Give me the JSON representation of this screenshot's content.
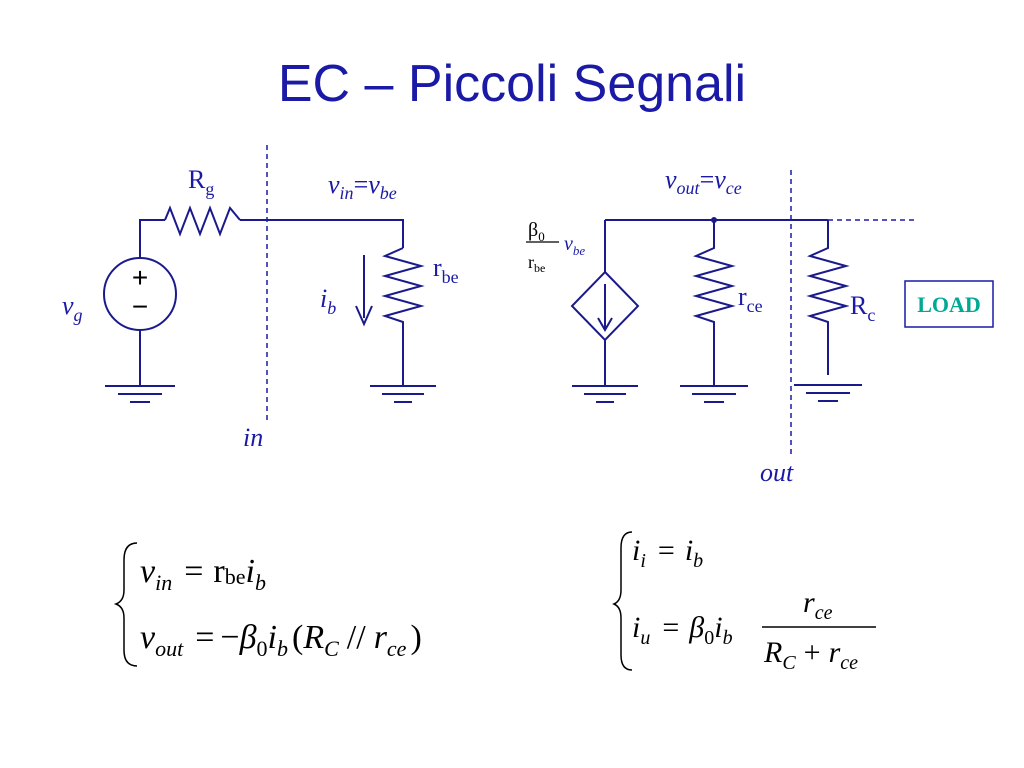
{
  "title": "EC – Piccoli Segnali",
  "labels": {
    "Rg_main": "R",
    "Rg_sub": "g",
    "vg_main": "v",
    "vg_sub": "g",
    "src_plus": "+",
    "src_minus": "−",
    "vin_v1": "v",
    "vin_s1": "in",
    "vin_eq": "=",
    "vin_v2": "v",
    "vin_s2": "be",
    "ib_main": "i",
    "ib_sub": "b",
    "rbe_main": "r",
    "rbe_sub": "be",
    "in_label": "in",
    "beta_num": "β",
    "beta_sub": "0",
    "beta_den": "r",
    "beta_den_sub": "be",
    "beta_v": "v",
    "beta_vsub": "be",
    "vout_v1": "v",
    "vout_s1": "out",
    "vout_eq": "=",
    "vout_v2": "v",
    "vout_s2": "ce",
    "rce_main": "r",
    "rce_sub": "ce",
    "Rc_main": "R",
    "Rc_sub": "c",
    "load": "LOAD",
    "out_label": "out"
  },
  "equations_left": {
    "line1": {
      "lhs_v": "v",
      "lhs_sub": "in",
      "eq": "=",
      "r": "r",
      "r_sub": "be",
      "i": "i",
      "i_sub": "b"
    },
    "line2": {
      "lhs_v": "v",
      "lhs_sub": "out",
      "eq": "=",
      "minus": "−",
      "beta": "β",
      "beta_sub": "0",
      "i": "i",
      "i_sub": "b",
      "paren_open": "(",
      "R": "R",
      "R_sub": "C",
      "par": "//",
      "r": "r",
      "r_sub": "ce",
      "paren_close": ")"
    }
  },
  "equations_right": {
    "line1": {
      "i": "i",
      "i_sub": "i",
      "eq": "=",
      "i2": "i",
      "i2_sub": "b"
    },
    "line2": {
      "i": "i",
      "i_sub": "u",
      "eq": "=",
      "beta": "β",
      "beta_sub": "0",
      "i2": "i",
      "i2_sub": "b",
      "num_r": "r",
      "num_sub": "ce",
      "den_R": "R",
      "den_Rsub": "C",
      "den_plus": "+",
      "den_r": "r",
      "den_rsub": "ce"
    }
  },
  "colors": {
    "wire": "#1a1a8c",
    "text": "#1a1aa6",
    "load": "#00a896"
  }
}
